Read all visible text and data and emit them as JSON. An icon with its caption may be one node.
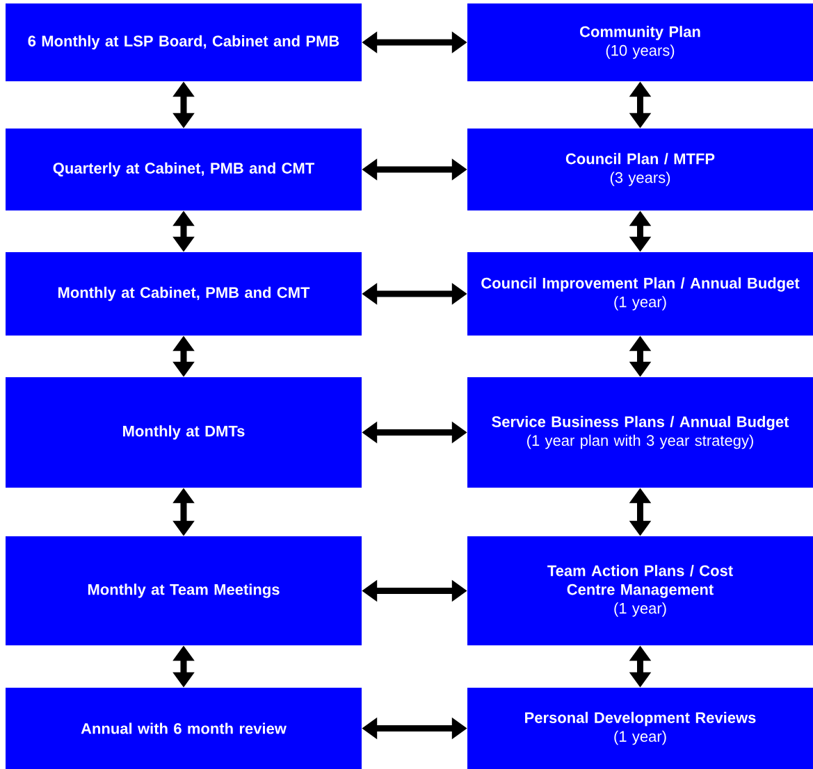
{
  "diagram": {
    "nodes": [
      {
        "text": [
          "6 Monthly at LSP Board, Cabinet and PMB"
        ]
      },
      {
        "text": [
          "Community Plan",
          "(10 years)"
        ]
      },
      {
        "text": [
          "Quarterly  at Cabinet, PMB and CMT"
        ]
      },
      {
        "text": [
          "Council Plan / MTFP",
          "(3 years)"
        ]
      },
      {
        "text": [
          "Monthly at Cabinet, PMB and CMT"
        ]
      },
      {
        "text": [
          "Council Improvement Plan / Annual Budget",
          "(1 year)"
        ]
      },
      {
        "text": [
          "Monthly at DMTs"
        ]
      },
      {
        "text": [
          "Service Business Plans / Annual Budget",
          "(1 year plan  with 3 year strategy)"
        ]
      },
      {
        "text": [
          "Monthly at Team Meetings"
        ]
      },
      {
        "text": [
          "Team Action Plans /  Cost Centre Management",
          "(1 year)"
        ]
      },
      {
        "text": [
          "Annual with 6 month review"
        ]
      },
      {
        "text": [
          "Personal Development Reviews",
          "(1 year)"
        ]
      }
    ],
    "edges": [
      {
        "from": 0,
        "to": 1,
        "arrow": "both"
      },
      {
        "from": 2,
        "to": 3,
        "arrow": "both"
      },
      {
        "from": 4,
        "to": 5,
        "arrow": "both"
      },
      {
        "from": 6,
        "to": 7,
        "arrow": "both"
      },
      {
        "from": 8,
        "to": 9,
        "arrow": "both"
      },
      {
        "from": 10,
        "to": 11,
        "arrow": "both"
      },
      {
        "from": 0,
        "to": 2,
        "arrow": "both"
      },
      {
        "from": 2,
        "to": 4,
        "arrow": "both"
      },
      {
        "from": 4,
        "to": 6,
        "arrow": "both"
      },
      {
        "from": 6,
        "to": 8,
        "arrow": "both"
      },
      {
        "from": 8,
        "to": 10,
        "arrow": "both"
      },
      {
        "from": 1,
        "to": 3,
        "arrow": "both"
      },
      {
        "from": 3,
        "to": 5,
        "arrow": "both"
      },
      {
        "from": 5,
        "to": 7,
        "arrow": "both"
      },
      {
        "from": 7,
        "to": 9,
        "arrow": "both"
      },
      {
        "from": 9,
        "to": 11,
        "arrow": "both"
      }
    ]
  }
}
